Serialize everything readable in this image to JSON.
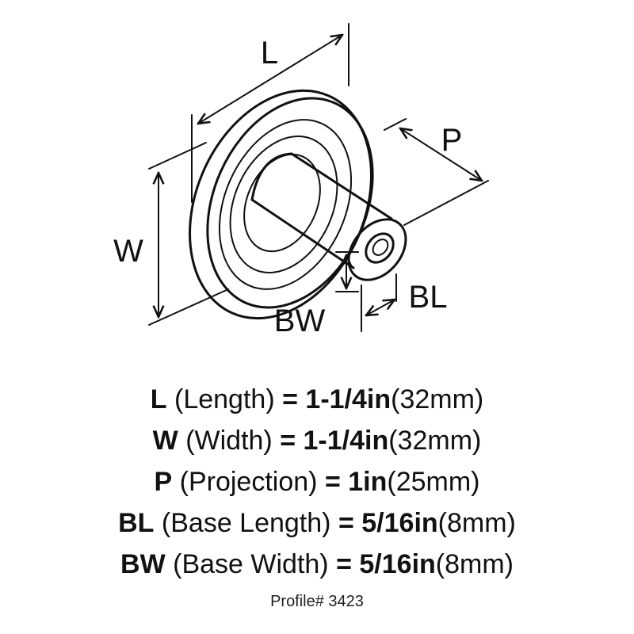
{
  "diagram": {
    "labels": {
      "length": "L",
      "width": "W",
      "projection": "P",
      "base_length": "BL",
      "base_width": "BW"
    }
  },
  "specs": [
    {
      "key": "L",
      "name": "(Length)",
      "eq": "=",
      "value": "1-1/4in",
      "metric": "(32mm)"
    },
    {
      "key": "W",
      "name": "(Width)",
      "eq": "=",
      "value": "1-1/4in",
      "metric": "(32mm)"
    },
    {
      "key": "P",
      "name": "(Projection)",
      "eq": "=",
      "value": "1in",
      "metric": "(25mm)"
    },
    {
      "key": "BL",
      "name": "(Base Length)",
      "eq": "=",
      "value": "5/16in",
      "metric": "(8mm)"
    },
    {
      "key": "BW",
      "name": "(Base Width)",
      "eq": "=",
      "value": "5/16in",
      "metric": "(8mm)"
    }
  ],
  "footer": {
    "profile": "Profile# 3423"
  },
  "colors": {
    "ink": "#111111",
    "background": "#ffffff"
  },
  "icons": {
    "knob": "cabinet-knob-drawing"
  }
}
